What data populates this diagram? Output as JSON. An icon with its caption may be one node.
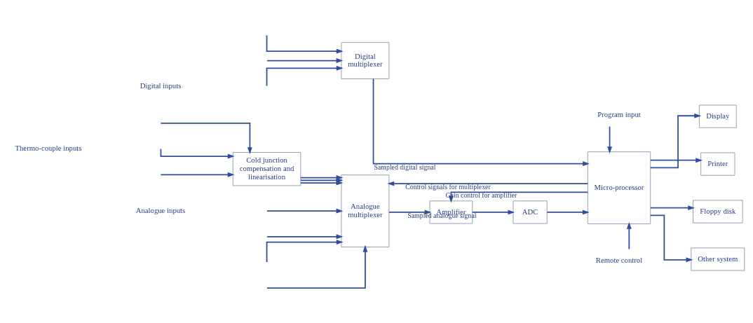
{
  "diagram": {
    "nodes": [
      {
        "text": [
          "Digital multiplexer"
        ]
      },
      {
        "text": [
          "Analogue multiplexer"
        ]
      },
      {
        "text": [
          "Amplifier"
        ]
      },
      {
        "text": [
          "ADC"
        ]
      },
      {
        "text": [
          "Program input"
        ]
      },
      {
        "text": [
          "Micro-processor"
        ]
      },
      {
        "text": [
          "Remote control"
        ]
      },
      {
        "text": [
          "Display"
        ]
      },
      {
        "text": [
          "Printer"
        ]
      },
      {
        "text": [
          "Floppy disk"
        ]
      },
      {
        "text": [
          "Other system"
        ]
      },
      {
        "text": [
          "Cold junction compensation and linearisation"
        ]
      }
    ],
    "edges": [
      {
        "from": null,
        "to": 0,
        "arrow": "to"
      },
      {
        "from": null,
        "to": 0,
        "arrow": "to"
      },
      {
        "from": null,
        "to": 0,
        "arrow": "to"
      },
      {
        "from": null,
        "to": 1,
        "arrow": "to"
      },
      {
        "from": null,
        "to": 1,
        "arrow": "to"
      },
      {
        "from": null,
        "to": 1,
        "arrow": "to"
      },
      {
        "from": null,
        "to": 1,
        "arrow": "to"
      },
      {
        "from": null,
        "to": 11,
        "arrow": "to"
      },
      {
        "from": null,
        "to": 11,
        "arrow": "to"
      },
      {
        "from": null,
        "to": 11,
        "arrow": "to"
      },
      {
        "from": 11,
        "to": 1,
        "arrow": "to"
      },
      {
        "from": 11,
        "to": 1,
        "arrow": "to"
      },
      {
        "from": 11,
        "to": 1,
        "arrow": "to"
      },
      {
        "from": 1,
        "to": 2,
        "arrow": "to",
        "label": "Sampled analogue signal"
      },
      {
        "from": 2,
        "to": 3,
        "arrow": "to"
      },
      {
        "from": 3,
        "to": 5,
        "arrow": "to"
      },
      {
        "from": 0,
        "to": 5,
        "arrow": "to",
        "label": "Sampled digital signal"
      },
      {
        "from": 4,
        "to": 5,
        "arrow": "to"
      },
      {
        "from": 6,
        "to": 5,
        "arrow": "to"
      },
      {
        "from": 5,
        "to": 2,
        "arrow": "to",
        "label": "Gain control for amplifier"
      },
      {
        "from": 5,
        "to": 1,
        "arrow": "to",
        "label": "Control signals for multiplexer"
      },
      {
        "from": 5,
        "to": 7,
        "arrow": "to"
      },
      {
        "from": 5,
        "to": 8,
        "arrow": "to"
      },
      {
        "from": 5,
        "to": 9,
        "arrow": "to"
      },
      {
        "from": 5,
        "to": 10,
        "arrow": "to"
      }
    ],
    "labels": [
      "Digital inputs",
      "Analogue inputs",
      "Thermo-couple inputs"
    ]
  }
}
